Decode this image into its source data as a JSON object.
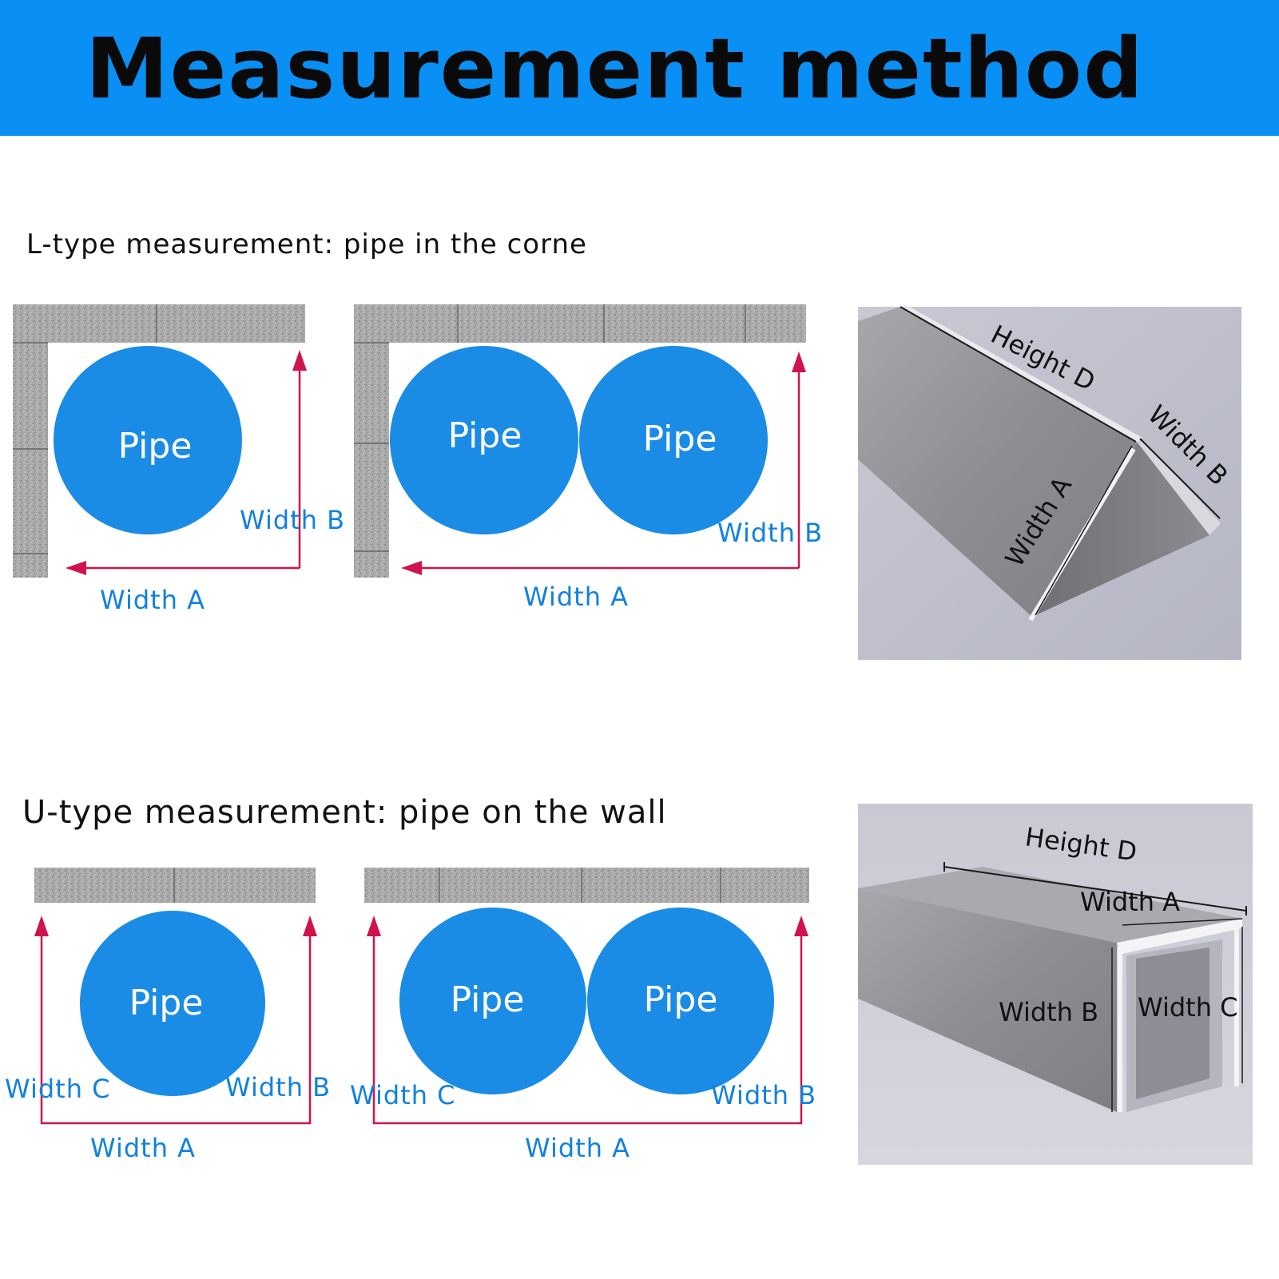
{
  "title": "Measurement method",
  "l_type": {
    "heading": "L-type measurement: pipe in the corne",
    "single": {
      "pipe": "Pipe",
      "width_a": "Width A",
      "width_b": "Width B"
    },
    "double": {
      "pipe_1": "Pipe",
      "pipe_2": "Pipe",
      "width_a": "Width A",
      "width_b": "Width B"
    },
    "photo": {
      "height_d": "Height D",
      "width_b": "Width B",
      "width_a": "Width A"
    }
  },
  "u_type": {
    "heading": "U-type measurement: pipe on the wall",
    "single": {
      "pipe": "Pipe",
      "width_a": "Width A",
      "width_b": "Width B",
      "width_c": "Width C"
    },
    "double": {
      "pipe_1": "Pipe",
      "pipe_2": "Pipe",
      "width_a": "Width A",
      "width_b": "Width B",
      "width_c": "Width C"
    },
    "photo": {
      "height_d": "Height D",
      "width_a": "Width A",
      "width_b": "Width B",
      "width_c": "Width C"
    }
  },
  "colors": {
    "banner": "#0a8ff4",
    "pipe": "#1a8ce6",
    "arrow": "#d0134c",
    "dimension_label": "#1181e0",
    "wall": "#aaaaaa"
  }
}
